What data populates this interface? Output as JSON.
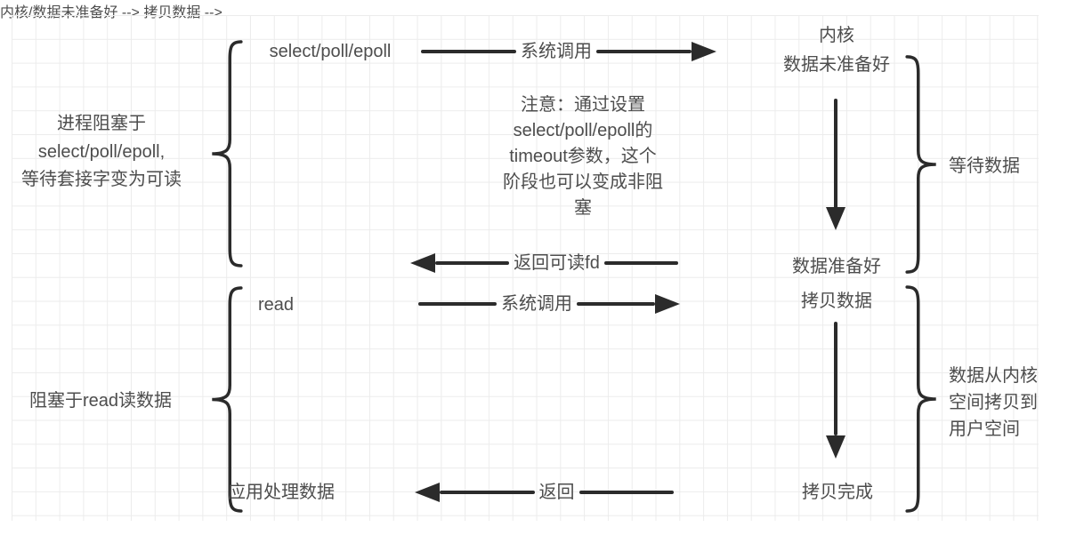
{
  "colors": {
    "stroke": "#2b2b2b",
    "text": "#4d4d4d",
    "grid": "#ececec",
    "background": "#ffffff"
  },
  "diagram": {
    "top_flow": {
      "caller": "select/poll/epoll",
      "syscall_arrow_label": "系统调用",
      "kernel_state_line1": "内核",
      "kernel_state_line2": "数据未准备好"
    },
    "left_brace_top_label": {
      "line1": "进程阻塞于",
      "line2": "select/poll/epoll,",
      "line3": "等待套接字变为可读"
    },
    "note": {
      "line1": "注意：通过设置",
      "line2": "select/poll/epoll的",
      "line3": "timeout参数，这个",
      "line4": "阶段也可以变成非阻",
      "line5": "塞"
    },
    "right_brace_top_label": "等待数据",
    "return_fd_arrow_label": "返回可读fd",
    "data_ready": "数据准备好",
    "read_flow": {
      "caller": "read",
      "syscall_arrow_label": "系统调用",
      "kernel_state": "拷贝数据"
    },
    "left_brace_bottom_label": "阻塞于read读数据",
    "right_brace_bottom_label": {
      "line1": "数据从内核",
      "line2": "空间拷贝到",
      "line3": "用户空间"
    },
    "bottom_flow": {
      "app": "应用处理数据",
      "return_arrow_label": "返回",
      "kernel_state": "拷贝完成"
    }
  }
}
